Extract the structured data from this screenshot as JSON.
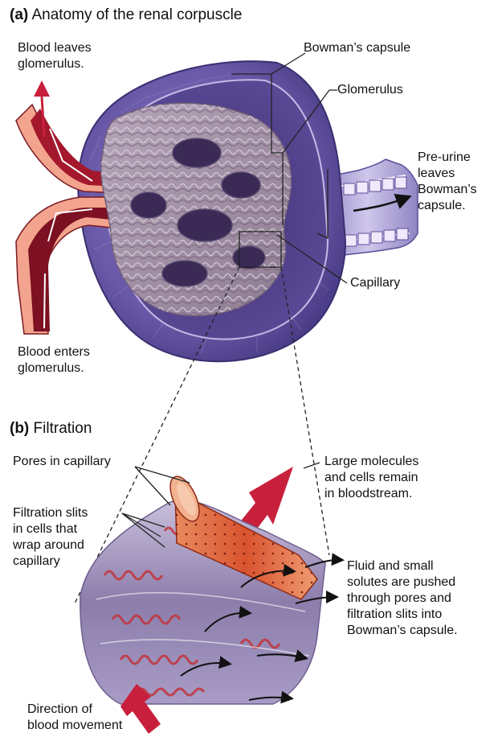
{
  "part_a": {
    "letter": "(a)",
    "title": "Anatomy of the renal corpuscle",
    "labels": {
      "blood_leaves": "Blood leaves\nglomerulus.",
      "bowmans_capsule": "Bowman’s capsule",
      "glomerulus": "Glomerulus",
      "pre_urine": "Pre-urine\nleaves\nBowman’s\ncapsule.",
      "capillary": "Capillary",
      "blood_enters": "Blood enters\nglomerulus."
    }
  },
  "part_b": {
    "letter": "(b)",
    "title": "Filtration",
    "labels": {
      "pores": "Pores in capillary",
      "large_molecules": "Large molecules\nand cells remain\nin bloodstream.",
      "filtration_slits": "Filtration slits\nin cells that\nwrap around\ncapillary",
      "fluid_solutes": "Fluid and small\nsolutes are pushed\nthrough pores and\nfiltration slits into\nBowman’s capsule.",
      "direction": "Direction of\nblood movement"
    }
  },
  "colors": {
    "capsule_purple": "#6b5aa8",
    "capsule_light": "#b5a9dd",
    "glomerulus_mauve": "#9b8a9e",
    "vessel_red": "#c0283a",
    "vessel_pink": "#f1a08c",
    "capillary_orange": "#e0653f",
    "arrow_red": "#c8203c"
  }
}
